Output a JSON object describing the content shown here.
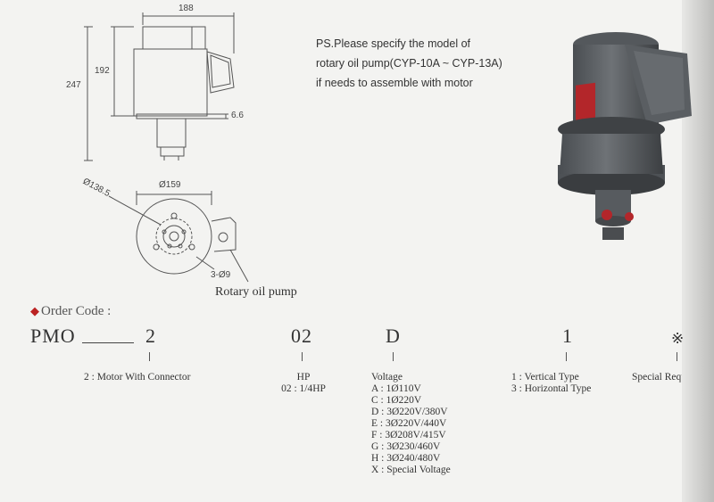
{
  "dimensions": {
    "width": "188",
    "height_total": "247",
    "height_body": "192",
    "base_thickness": "6.6",
    "diameter_pcd": "Ø138.5",
    "diameter_flange": "Ø159",
    "holes": "3-Ø9"
  },
  "drawing_caption": "Rotary oil pump",
  "note_lines": [
    "PS.Please specify the model of",
    "rotary oil pump(CYP-10A ~ CYP-13A)",
    "if needs  to assemble with motor"
  ],
  "order": {
    "title": "Order Code :",
    "codes": [
      "PMO",
      "2",
      "02",
      "D",
      "1",
      "※"
    ],
    "motor_desc": "2 : Motor With Connector",
    "hp_title": "HP",
    "hp_desc": "02 : 1/4HP",
    "voltage_title": "Voltage",
    "voltage_items": [
      "A : 1Ø110V",
      "C : 1Ø220V",
      "D : 3Ø220V/380V",
      "E : 3Ø220V/440V",
      "F : 3Ø208V/415V",
      "G : 3Ø230/460V",
      "H : 3Ø240/480V",
      "X : Special Voltage"
    ],
    "type_items": [
      "1 : Vertical Type",
      "3 : Horizontal Type"
    ],
    "special_desc": "Special Requ"
  },
  "colors": {
    "motor_body": "#5e6266",
    "motor_dark": "#3f4245",
    "label_red": "#b3262a",
    "bullet_red": "#b22222"
  }
}
